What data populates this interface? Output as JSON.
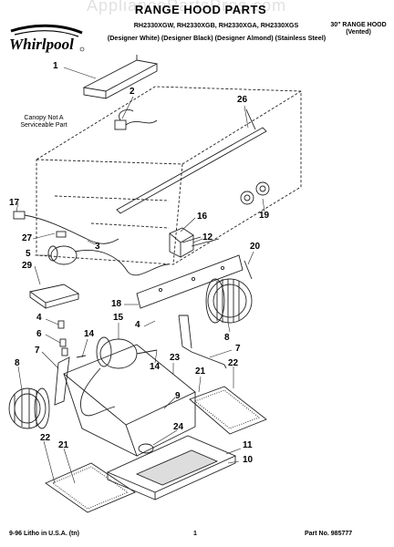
{
  "header": {
    "title": "RANGE HOOD PARTS",
    "models": "RH2330XGW, RH2330XGB, RH2330XGA, RH2330XGS",
    "variants": "(Designer White) (Designer Black) (Designer Almond) (Stainless Steel)",
    "product_line1": "30\" RANGE HOOD",
    "product_line2": "(Vented)"
  },
  "watermark": "AppliancePartsPros.com",
  "brand": "Whirlpool",
  "note": "Canopy Not A Serviceable Part",
  "callouts": [
    "1",
    "2",
    "26",
    "17",
    "27",
    "3",
    "5",
    "29",
    "16",
    "12",
    "19",
    "20",
    "18",
    "4",
    "15",
    "4",
    "6",
    "14",
    "8",
    "7",
    "7",
    "23",
    "14",
    "21",
    "22",
    "8",
    "9",
    "24",
    "22",
    "21",
    "11",
    "10"
  ],
  "footer": {
    "left": "9-96 Litho in U.S.A. (tn)",
    "page": "1",
    "part": "Part No. 985777"
  }
}
